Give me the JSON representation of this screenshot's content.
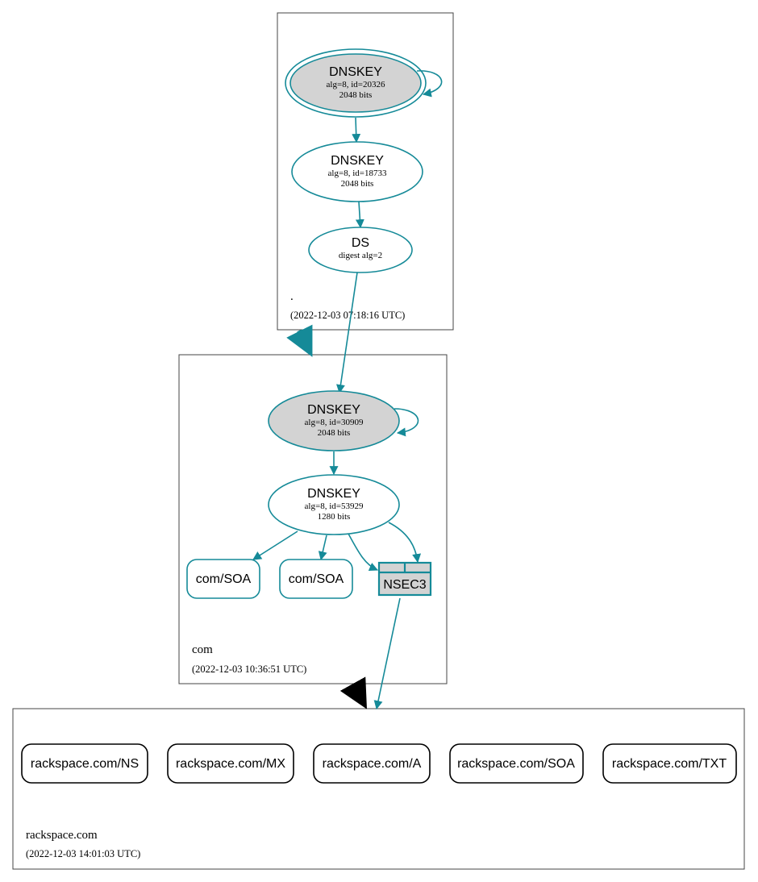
{
  "zones": {
    "root": {
      "name": ".",
      "timestamp": "(2022-12-03 07:18:16 UTC)"
    },
    "com": {
      "name": "com",
      "timestamp": "(2022-12-03 10:36:51 UTC)"
    },
    "rackspace": {
      "name": "rackspace.com",
      "timestamp": "(2022-12-03 14:01:03 UTC)"
    }
  },
  "nodes": {
    "root_ksk": {
      "title": "DNSKEY",
      "line1": "alg=8, id=20326",
      "line2": "2048 bits"
    },
    "root_zsk": {
      "title": "DNSKEY",
      "line1": "alg=8, id=18733",
      "line2": "2048 bits"
    },
    "root_ds": {
      "title": "DS",
      "line1": "digest alg=2"
    },
    "com_ksk": {
      "title": "DNSKEY",
      "line1": "alg=8, id=30909",
      "line2": "2048 bits"
    },
    "com_zsk": {
      "title": "DNSKEY",
      "line1": "alg=8, id=53929",
      "line2": "1280 bits"
    },
    "com_soa_1": {
      "label": "com/SOA"
    },
    "com_soa_2": {
      "label": "com/SOA"
    },
    "com_nsec3": {
      "label": "NSEC3"
    }
  },
  "records": {
    "ns": "rackspace.com/NS",
    "mx": "rackspace.com/MX",
    "a": "rackspace.com/A",
    "soa": "rackspace.com/SOA",
    "txt": "rackspace.com/TXT"
  },
  "colors": {
    "edge": "#158a98",
    "ksk_fill": "#d3d3d3",
    "zone_border": "#444444",
    "delegation_insecure": "#000000"
  }
}
